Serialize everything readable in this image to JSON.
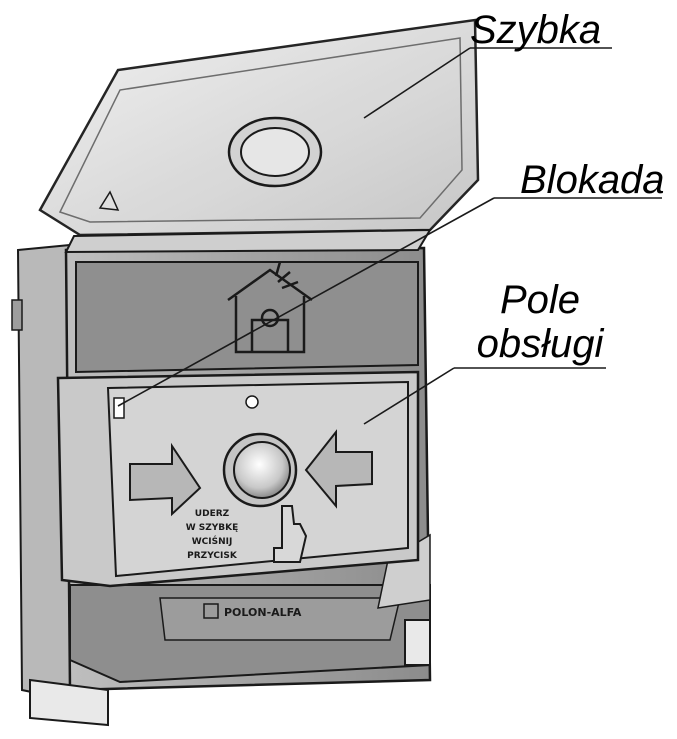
{
  "labels": {
    "szybka": "Szybka",
    "blokada": "Blokada",
    "pole_line1": "Pole",
    "pole_line2": "obsługi"
  },
  "device": {
    "brand": "POLON-ALFA",
    "instruction_line1": "UDERZ",
    "instruction_line2": "W SZYBKĘ",
    "instruction_line3": "WCIŚNIJ",
    "instruction_line4": "PRZYCISK"
  },
  "colors": {
    "body_light": "#cfcfcf",
    "body_mid": "#9a9a9a",
    "body_dark": "#7a7a7a",
    "glass": "#e4e4e4",
    "outline": "#1a1a1a"
  }
}
